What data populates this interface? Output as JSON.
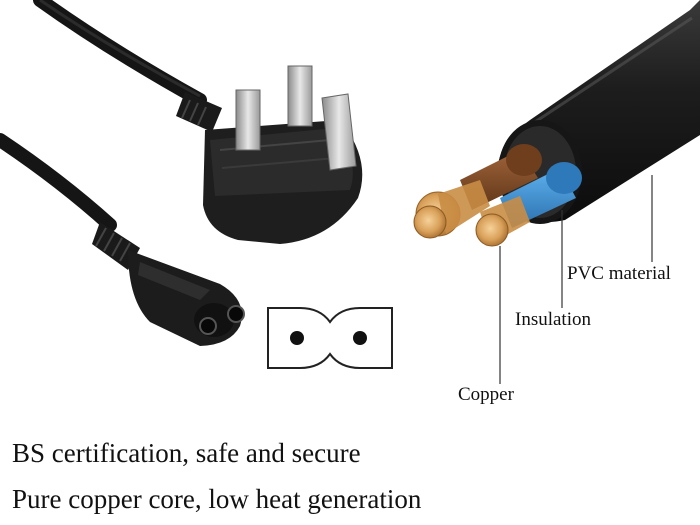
{
  "callouts": {
    "pvc": "PVC material",
    "insulation": "Insulation",
    "copper": "Copper"
  },
  "features": [
    "BS certification, safe and secure",
    "Pure copper core, low heat generation"
  ],
  "colors": {
    "cable_black": "#1b1b1b",
    "brown_insulation": "#7a4a2a",
    "blue_insulation": "#3d8fd0",
    "copper": "#d9a15a",
    "leader_line": "#333333"
  }
}
